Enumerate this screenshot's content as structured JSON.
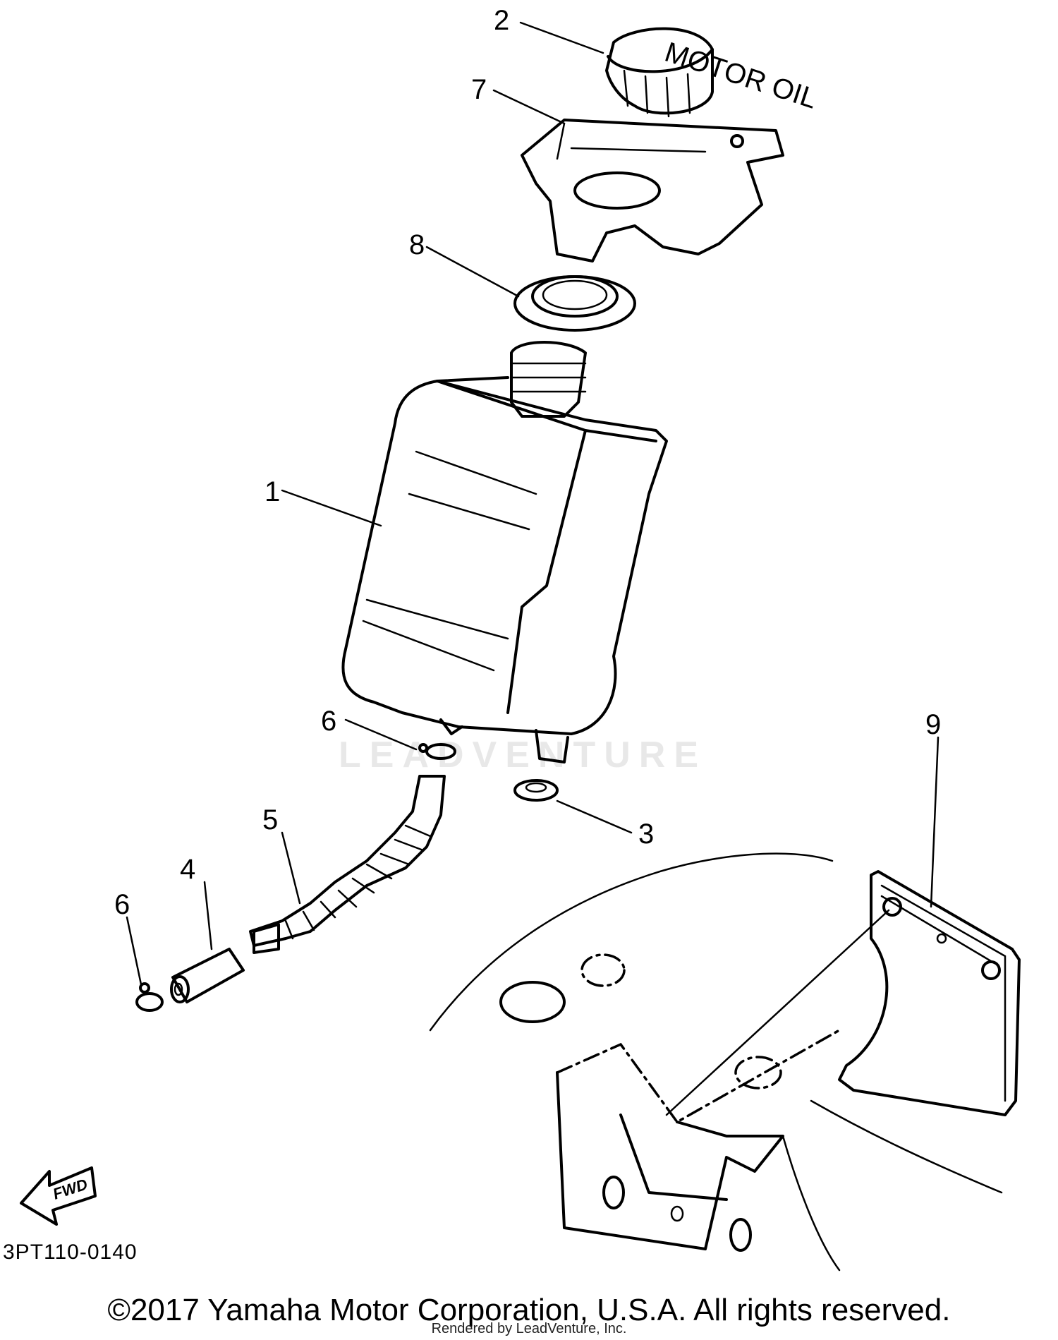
{
  "diagram": {
    "callouts": [
      "1",
      "2",
      "3",
      "4",
      "5",
      "6",
      "6",
      "7",
      "8",
      "9"
    ],
    "cap_text": "MOTOR OIL",
    "arrow_label": "FWD",
    "diagram_code": "3PT110-0140"
  },
  "footer": {
    "copyright": "©2017 Yamaha Motor Corporation, U.S.A. All rights reserved.",
    "rendered_by": "Rendered by LeadVenture, Inc."
  },
  "watermark": {
    "text": "LEADVENTURE"
  },
  "colors": {
    "line": "#000000",
    "background": "#ffffff"
  }
}
